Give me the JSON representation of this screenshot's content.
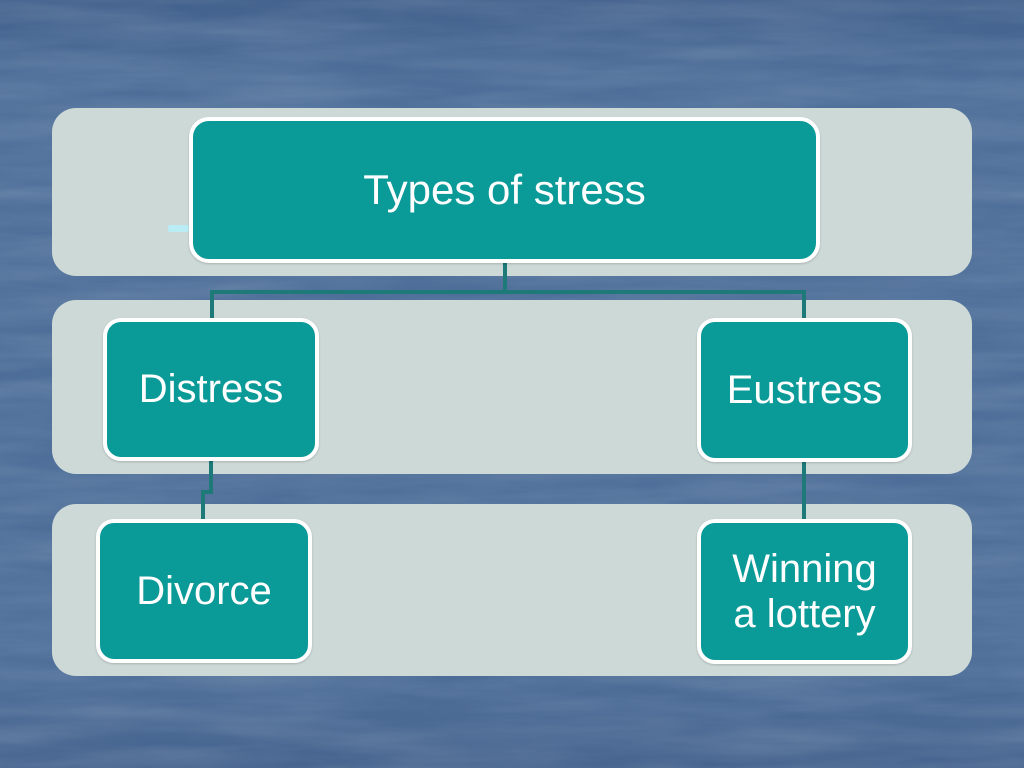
{
  "slide": {
    "kind": "presentation-slide",
    "diagram": {
      "type": "hierarchy",
      "root": {
        "label": "Types of stress"
      },
      "branches": [
        {
          "label": "Distress",
          "child": {
            "label": "Divorce"
          }
        },
        {
          "label": "Eustress",
          "child": {
            "label": "Winning a lottery"
          }
        }
      ]
    },
    "colors": {
      "background": "#4d6e99",
      "row_band": "#cdd9d7",
      "node_fill": "#0a9a97",
      "node_border": "#ffffff",
      "node_text": "#ffffff",
      "connector": "#1d7a78",
      "accent_dash": "#baecf6"
    }
  }
}
